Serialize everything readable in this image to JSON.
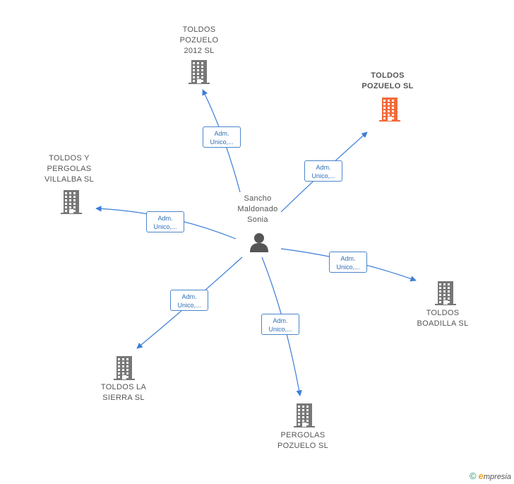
{
  "center": {
    "name": "Sancho\nMaldonado\nSonia",
    "icon": "person-icon",
    "color": "#555555"
  },
  "companies": [
    {
      "id": "toldos-pozuelo-2012",
      "name": "TOLDOS\nPOZUELO\n2012  SL",
      "color": "#777777",
      "focus": false
    },
    {
      "id": "toldos-pozuelo",
      "name": "TOLDOS\nPOZUELO  SL",
      "color": "#f26b3a",
      "focus": true
    },
    {
      "id": "toldos-y-pergolas-villalba",
      "name": "TOLDOS Y\nPERGOLAS\nVILLALBA  SL",
      "color": "#777777",
      "focus": false
    },
    {
      "id": "toldos-boadilla",
      "name": "TOLDOS\nBOADILLA  SL",
      "color": "#777777",
      "focus": false
    },
    {
      "id": "toldos-la-sierra",
      "name": "TOLDOS LA\nSIERRA  SL",
      "color": "#777777",
      "focus": false
    },
    {
      "id": "pergolas-pozuelo",
      "name": "PERGOLAS\nPOZUELO  SL",
      "color": "#777777",
      "focus": false
    }
  ],
  "edges": [
    {
      "to": "toldos-pozuelo-2012",
      "label": "Adm.\nUnico,..."
    },
    {
      "to": "toldos-pozuelo",
      "label": "Adm.\nUnico,..."
    },
    {
      "to": "toldos-y-pergolas-villalba",
      "label": "Adm.\nUnico,..."
    },
    {
      "to": "toldos-boadilla",
      "label": "Adm.\nUnico,..."
    },
    {
      "to": "toldos-la-sierra",
      "label": "Adm.\nUnico,..."
    },
    {
      "to": "pergolas-pozuelo",
      "label": "Adm.\nUnico,..."
    }
  ],
  "edge_color": "#3b7dd8",
  "footer": {
    "copyright_symbol": "©",
    "brand_initial": "e",
    "brand_rest": "mpresia"
  }
}
